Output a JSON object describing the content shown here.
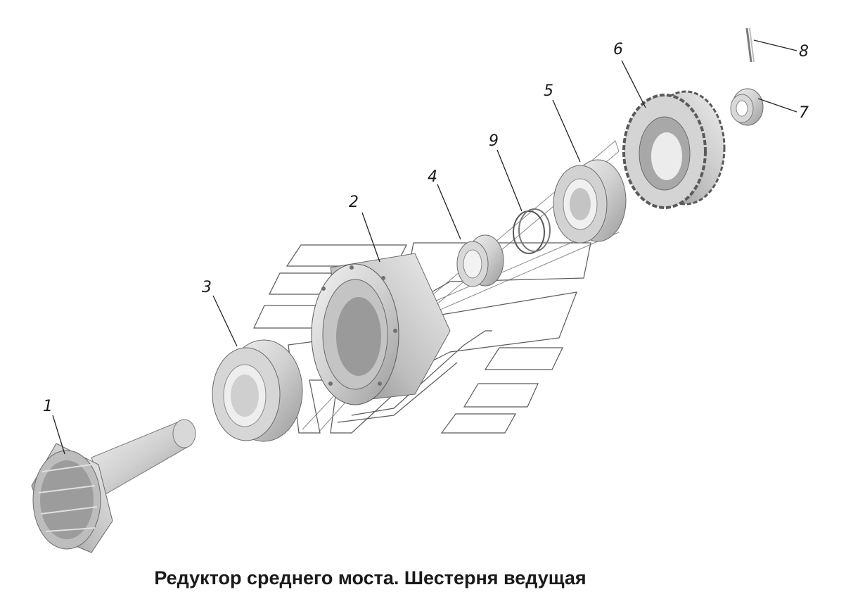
{
  "caption": "Редуктор среднего моста. Шестерня ведущая",
  "callouts": [
    {
      "id": "1",
      "label": "1"
    },
    {
      "id": "2",
      "label": "2"
    },
    {
      "id": "3",
      "label": "3"
    },
    {
      "id": "4",
      "label": "4"
    },
    {
      "id": "5",
      "label": "5"
    },
    {
      "id": "6",
      "label": "6"
    },
    {
      "id": "7",
      "label": "7"
    },
    {
      "id": "8",
      "label": "8"
    },
    {
      "id": "9",
      "label": "9"
    }
  ],
  "colors": {
    "part_light": "#e6e6e6",
    "part_mid": "#c8c8c8",
    "part_dark": "#8e8e8e",
    "line": "#222222"
  }
}
